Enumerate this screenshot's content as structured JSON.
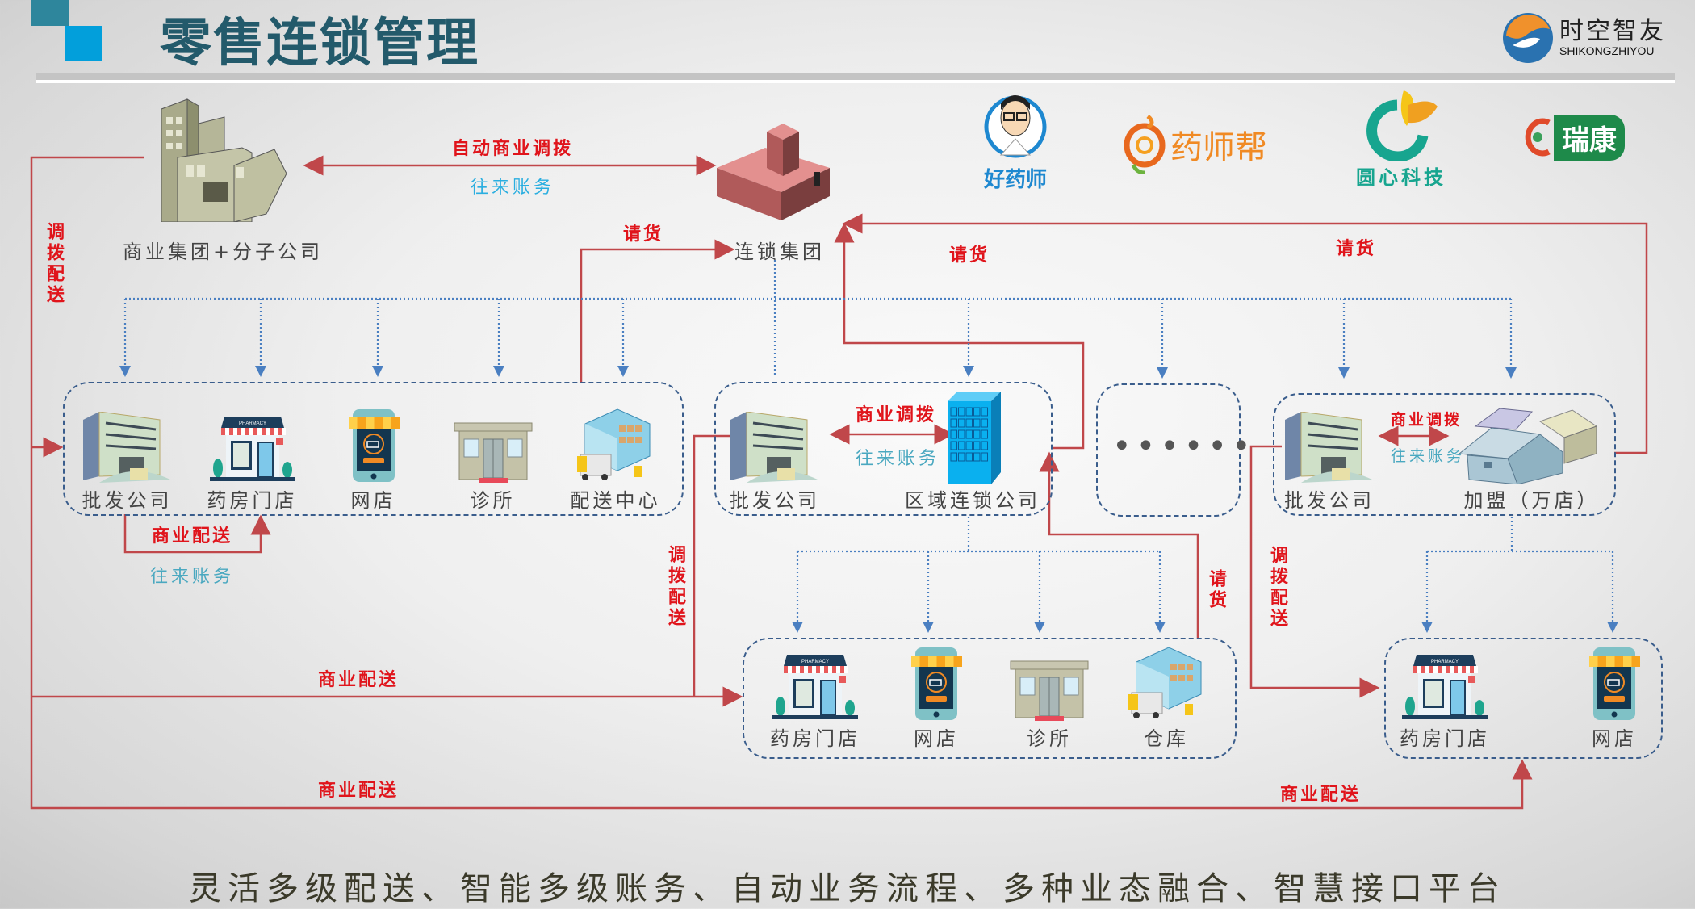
{
  "header": {
    "title": "零售连锁管理",
    "brand": {
      "name": "时空智友",
      "subtitle": "SHIKONGZHIYOU"
    }
  },
  "partners": [
    {
      "name": "好药师",
      "icon": "pharmacist-mascot-logo",
      "color": "#1e88d0"
    },
    {
      "name": "药师帮",
      "icon": "swirl-logo",
      "color": "#f08a24"
    },
    {
      "name": "圆心科技",
      "icon": "circle-leaf-logo",
      "color": "#17a58f"
    },
    {
      "name": "瑞康",
      "icon": "ruikang-logo",
      "color": "#1e8a4a"
    }
  ],
  "top": {
    "commercial_group": {
      "label": "商业集团+分子公司",
      "icon": "office-tower-icon"
    },
    "chain_group": {
      "label": "连锁集团",
      "icon": "factory-building-icon"
    },
    "link_top": {
      "action": "自动商业调拨",
      "account": "往来账务"
    },
    "request_left": "请货",
    "request_mid": "请货",
    "request_right": "请货",
    "transfer_left": "调拨配送"
  },
  "box1": {
    "items": [
      {
        "label": "批发公司",
        "icon": "wholesale-building-icon"
      },
      {
        "label": "药房门店",
        "icon": "pharmacy-store-icon"
      },
      {
        "label": "网店",
        "icon": "mobile-shop-icon"
      },
      {
        "label": "诊所",
        "icon": "clinic-icon"
      },
      {
        "label": "配送中心",
        "icon": "warehouse-icon"
      }
    ],
    "link": {
      "action": "商业配送",
      "account": "往来账务"
    }
  },
  "box2": {
    "items": [
      {
        "label": "批发公司",
        "icon": "wholesale-building-icon"
      },
      {
        "label": "区域连锁公司",
        "icon": "blue-tower-icon"
      }
    ],
    "link": {
      "action": "商业调拨",
      "account": "往来账务"
    }
  },
  "box3": {
    "ellipsis": "••••••"
  },
  "box4": {
    "items": [
      {
        "label": "批发公司",
        "icon": "wholesale-building-icon"
      },
      {
        "label": "加盟（万店）",
        "icon": "houses-icon"
      }
    ],
    "link": {
      "action": "商业调拨",
      "account": "往来账务"
    }
  },
  "box5": {
    "items": [
      {
        "label": "药房门店",
        "icon": "pharmacy-store-icon"
      },
      {
        "label": "网店",
        "icon": "mobile-shop-icon"
      },
      {
        "label": "诊所",
        "icon": "clinic-icon"
      },
      {
        "label": "仓库",
        "icon": "warehouse-icon"
      }
    ]
  },
  "box6": {
    "items": [
      {
        "label": "药房门店",
        "icon": "pharmacy-store-icon"
      },
      {
        "label": "网店",
        "icon": "mobile-shop-icon"
      }
    ]
  },
  "flows": {
    "transfer_mid": "调拨配送",
    "request_box5": "请货",
    "transfer_right": "调拨配送",
    "delivery_mid": "商业配送",
    "delivery_bottom": "商业配送",
    "delivery_right": "商业配送"
  },
  "footer": {
    "tagline": "灵活多级配送、智能多级账务、自动业务流程、多种业态融合、智慧接口平台"
  },
  "colors": {
    "title": "#235a6b",
    "flow_red": "#c0474a",
    "label_red": "#e0141b",
    "dotted_blue": "#4a7fc1",
    "box_border": "#3a5d8c"
  }
}
